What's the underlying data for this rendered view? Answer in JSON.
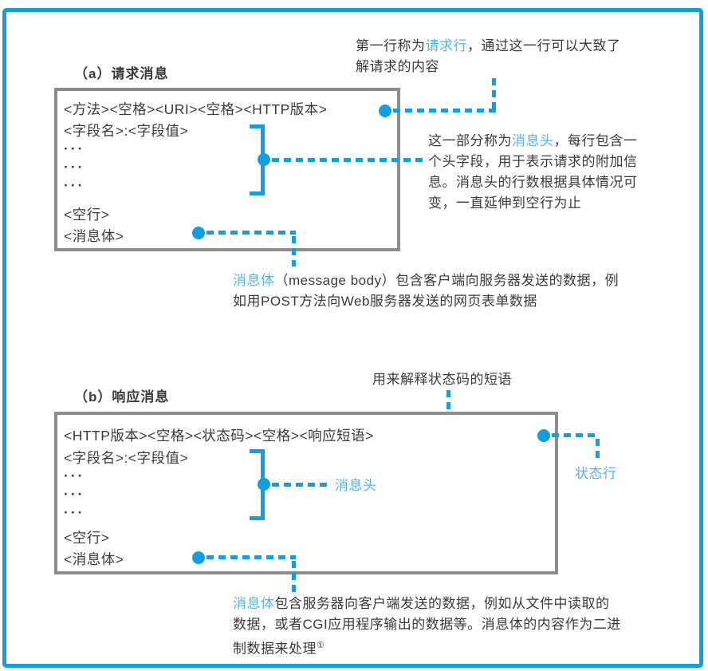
{
  "colors": {
    "accent_blue": "#129fe2",
    "highlight_text_blue": "#57b3e6",
    "box_border_gray": "#8d8d8d",
    "text_dark": "#3a3a3a"
  },
  "section_a": {
    "title": "（a）请求消息",
    "box_lines": [
      "<方法><空格><URI><空格><HTTP版本>",
      "<字段名>:<字段值>",
      "···",
      "···",
      "···",
      "<空行>",
      "<消息体>"
    ],
    "request_line_note": {
      "l1_pre": "第一行称为",
      "l1_highlight": "请求行",
      "l1_post": "，通过这一行可以大致了",
      "l2": "解请求的内容"
    },
    "header_note": {
      "l1_pre": "这一部分称为",
      "l1_highlight": "消息头",
      "l1_post": "，每行包含一",
      "l2": "个头字段，用于表示请求的附加信",
      "l3": "息。消息头的行数根据具体情况可",
      "l4": "变，一直延伸到空行为止"
    },
    "body_note": {
      "l1_highlight": "消息体",
      "l1_post": "（message body）包含客户端向服务器发送的数据，例",
      "l2": "如用POST方法向Web服务器发送的网页表单数据"
    }
  },
  "section_b": {
    "title": "（b）响应消息",
    "box_lines": [
      "<HTTP版本><空格><状态码><空格><响应短语>",
      "<字段名>:<字段值>",
      "···",
      "···",
      "···",
      "<空行>",
      "<消息体>"
    ],
    "phrase_note": "用来解释状态码的短语",
    "header_label": "消息头",
    "status_line_label": "状态行",
    "body_note": {
      "l1_highlight": "消息体",
      "l1_post": "包含服务器向客户端发送的数据，例如从文件中读取的",
      "l2": "数据，或者CGI应用程序输出的数据等。消息体的内容作为二进",
      "l3": "制数据来处理",
      "l3_sup": "①"
    }
  }
}
